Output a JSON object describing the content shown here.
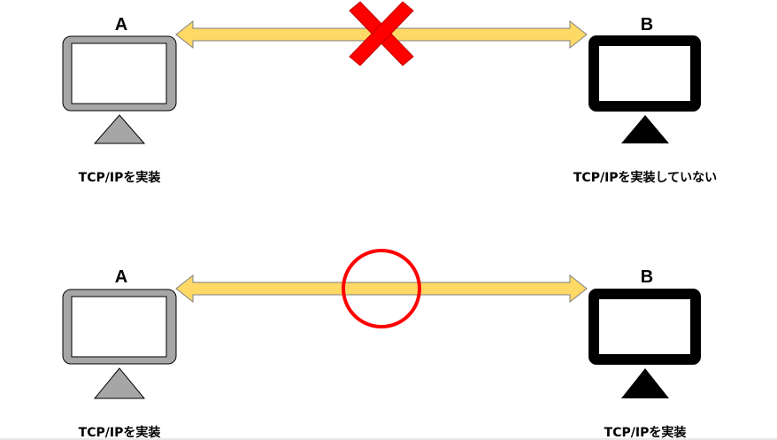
{
  "rows": [
    {
      "computer_a": {
        "letter": "A",
        "caption": "TCP/IPを実装"
      },
      "computer_b": {
        "letter": "B",
        "caption": "TCP/IPを実装していない"
      },
      "connection_mark": "cross"
    },
    {
      "computer_a": {
        "letter": "A",
        "caption": "TCP/IPを実装"
      },
      "computer_b": {
        "letter": "B",
        "caption": "TCP/IPを実装"
      },
      "connection_mark": "circle"
    }
  ],
  "colors": {
    "computer_a_frame": "#a6a6a6",
    "computer_b_frame": "#000000",
    "arrow_fill": "#ffd966",
    "arrow_stroke": "#7f7f7f",
    "mark": "#ff0000",
    "bottom_rule": "#d0d0d0"
  }
}
